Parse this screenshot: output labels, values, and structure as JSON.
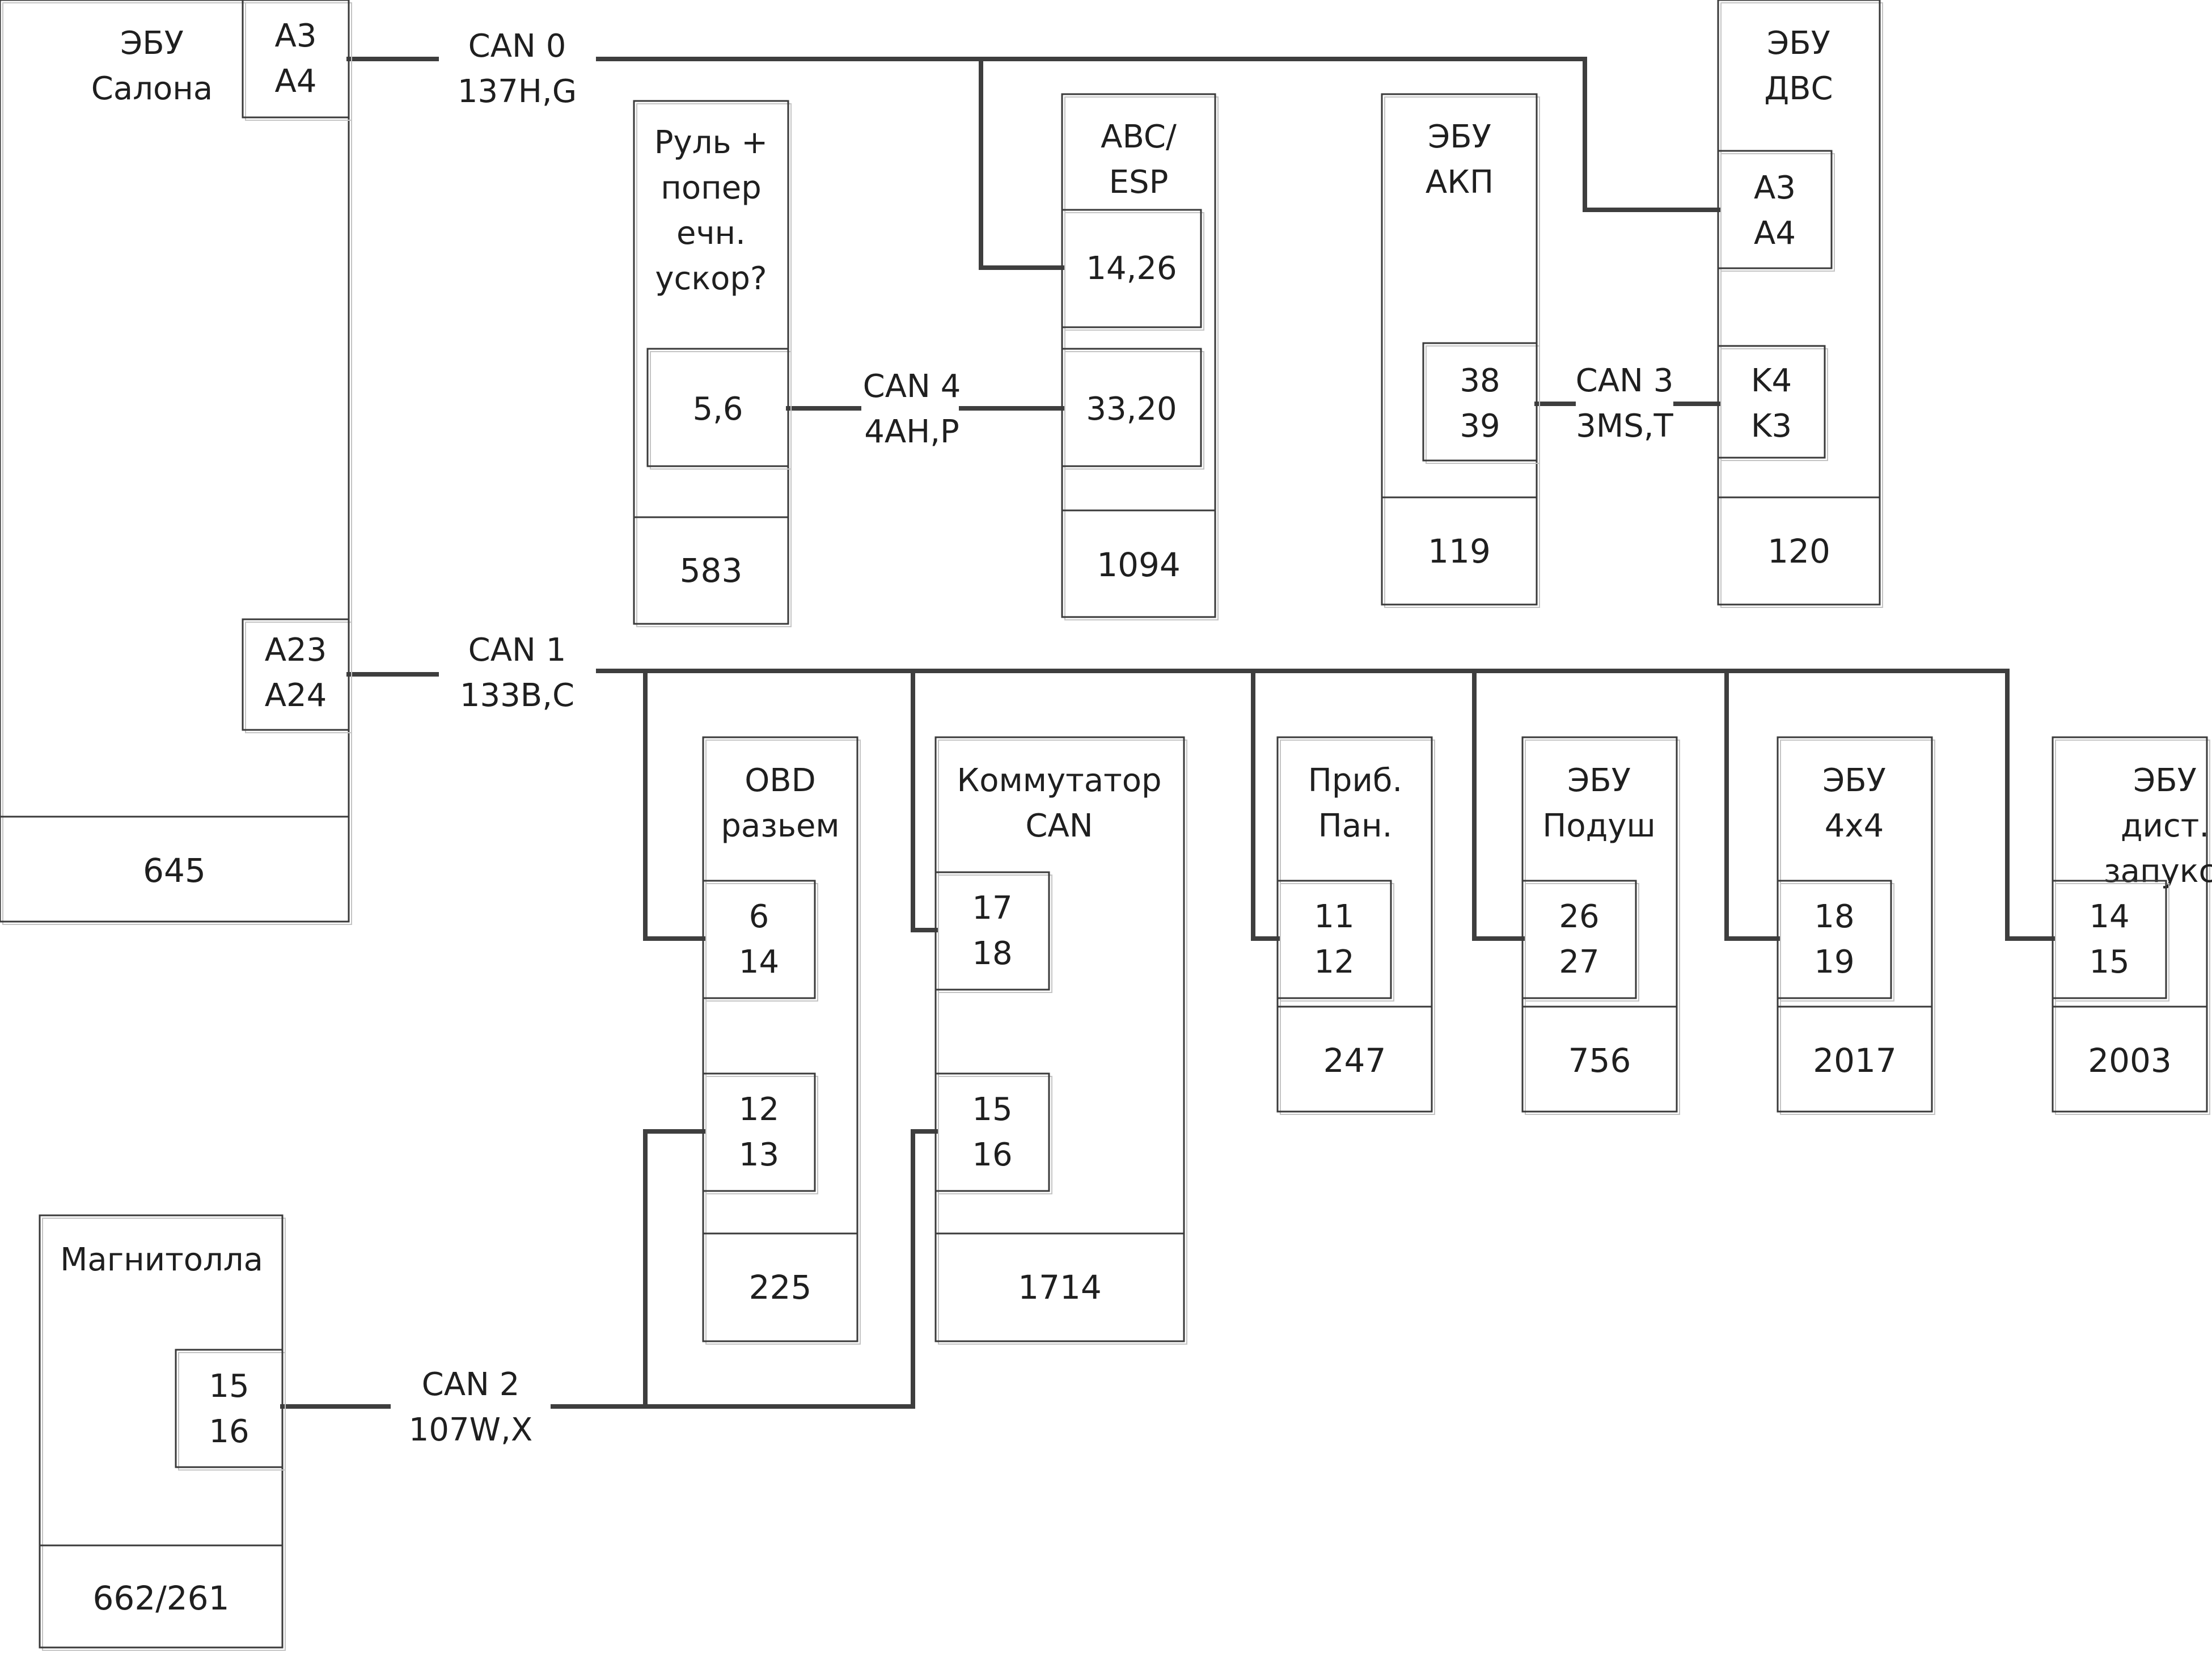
{
  "diagram": {
    "buses": {
      "can0": {
        "name": "CAN 0",
        "pins": "137H,G"
      },
      "can1": {
        "name": "CAN 1",
        "pins": "133B,C"
      },
      "can2": {
        "name": "CAN 2",
        "pins": "107W,X"
      },
      "can3": {
        "name": "CAN 3",
        "pins": "3MS,T"
      },
      "can4": {
        "name": "CAN 4",
        "pins": "4AH,P"
      }
    },
    "units": {
      "salon": {
        "name_lines": [
          "ЭБУ",
          "Салона"
        ],
        "code": "645",
        "connectors": {
          "can0": [
            "A3",
            "A4"
          ],
          "can1": [
            "A23",
            "A24"
          ]
        }
      },
      "wheel": {
        "name_lines": [
          "Руль +",
          "попер",
          "ечн.",
          "ускор?"
        ],
        "code": "583",
        "connectors": {
          "can4": [
            "5,6"
          ]
        }
      },
      "abs": {
        "name_lines": [
          "ABC/",
          "ESP"
        ],
        "code": "1094",
        "connectors": {
          "can0": [
            "14,26"
          ],
          "can4": [
            "33,20"
          ]
        }
      },
      "akp": {
        "name_lines": [
          "ЭБУ",
          "АКП"
        ],
        "code": "119",
        "connectors": {
          "can3": [
            "38",
            "39"
          ]
        }
      },
      "dvs": {
        "name_lines": [
          "ЭБУ",
          "ДВС"
        ],
        "code": "120",
        "connectors": {
          "can0": [
            "A3",
            "A4"
          ],
          "can3": [
            "K4",
            "K3"
          ]
        }
      },
      "obd": {
        "name_lines": [
          "OBD",
          "разьем"
        ],
        "code": "225",
        "connectors": {
          "can1": [
            "6",
            "14"
          ],
          "can2": [
            "12",
            "13"
          ]
        }
      },
      "switch": {
        "name_lines": [
          "Коммутатор",
          "CAN"
        ],
        "code": "1714",
        "connectors": {
          "can1": [
            "17",
            "18"
          ],
          "can2": [
            "15",
            "16"
          ]
        }
      },
      "dash": {
        "name_lines": [
          "Приб.",
          "Пан."
        ],
        "code": "247",
        "connectors": {
          "can1": [
            "11",
            "12"
          ]
        }
      },
      "airbag": {
        "name_lines": [
          "ЭБУ",
          "Подуш"
        ],
        "code": "756",
        "connectors": {
          "can1": [
            "26",
            "27"
          ]
        }
      },
      "awd": {
        "name_lines": [
          "ЭБУ",
          "4x4"
        ],
        "code": "2017",
        "connectors": {
          "can1": [
            "18",
            "19"
          ]
        }
      },
      "remote": {
        "name_lines": [
          "ЭБУ",
          "дист.",
          "запукс."
        ],
        "code": "2003",
        "connectors": {
          "can1": [
            "14",
            "15"
          ]
        }
      },
      "radio": {
        "name_lines": [
          "Магнитолла"
        ],
        "code": "662/261",
        "connectors": {
          "can2": [
            "15",
            "16"
          ]
        }
      }
    }
  }
}
